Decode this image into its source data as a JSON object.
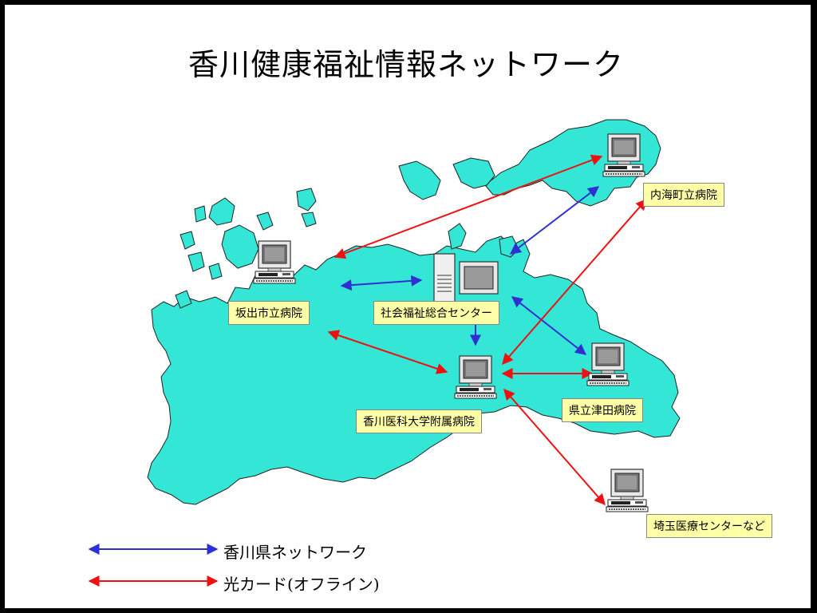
{
  "title": "香川健康福祉情報ネットワーク",
  "colors": {
    "island": "#33e6d6",
    "blue_link": "#3030d0",
    "red_link": "#ee1111",
    "label_bg": "#ffffa8"
  },
  "nodes": {
    "sakaide": "坂出市立病院",
    "social_center": "社会福祉総合センター",
    "uchinomi": "内海町立病院",
    "kagawa_univ": "香川医科大学附属病院",
    "tsuda": "県立津田病院",
    "saitama": "埼玉医療センターなど"
  },
  "legend": {
    "blue": "香川県ネットワーク",
    "red": "光カード(オフライン)"
  }
}
